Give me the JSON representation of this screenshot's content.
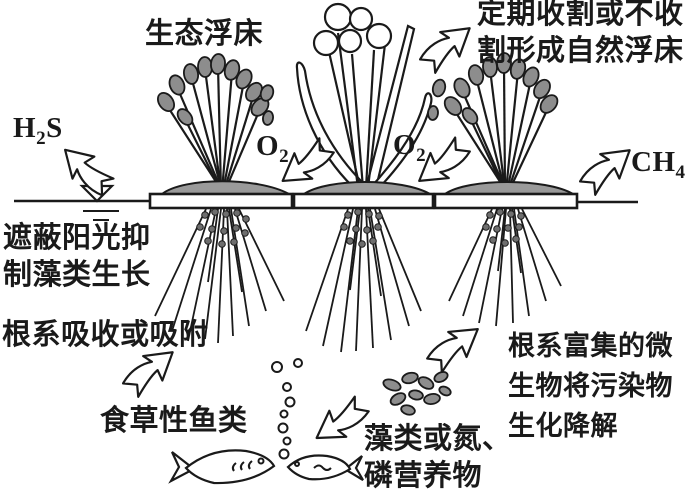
{
  "colors": {
    "ink": "#1a1a1a",
    "paper": "#ffffff",
    "gray": "#8d8d8d",
    "gray2": "#9a9a9a",
    "dotc": "#6e6e6e"
  },
  "labels": {
    "title": "生态浮床",
    "harvest_note": "定期收割或不收\n割形成自然浮床",
    "h2s": {
      "base": "H",
      "sub": "2",
      "tail": "S"
    },
    "o2": {
      "base": "O",
      "sub": "2"
    },
    "ch4": {
      "base": "CH",
      "sub": "4"
    },
    "shading": "遮蔽阳光抑\n制藻类生长",
    "root_absorb": "根系吸收或吸附",
    "fish": "食草性鱼类",
    "algae_nutrients": "藻类或氮、\n磷营养物",
    "microbial": "根系富集的微\n生物将污染物\n生化降解"
  }
}
